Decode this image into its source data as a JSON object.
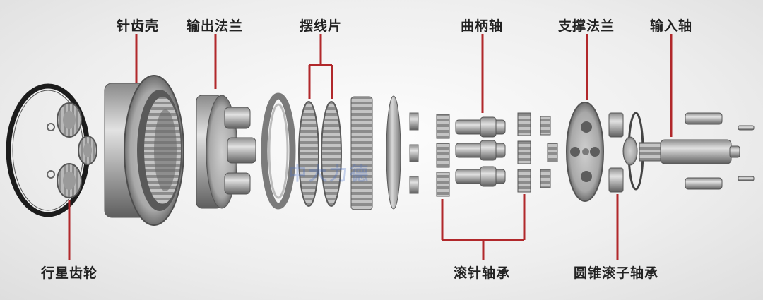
{
  "labels": {
    "pin_gear_housing": "针齿壳",
    "output_flange": "输出法兰",
    "cycloid_disc": "摆线片",
    "crankshaft": "曲柄轴",
    "support_flange": "支撑法兰",
    "input_shaft": "输入轴",
    "planet_gear": "行星齿轮",
    "needle_bearing": "滚针轴承",
    "tapered_roller_bearing": "圆锥滚子轴承"
  },
  "watermark": "中大力德",
  "colors": {
    "leader_line": "#b1282b",
    "metal_dark": "#4a4a4a",
    "metal_light": "#d4d4d4"
  }
}
